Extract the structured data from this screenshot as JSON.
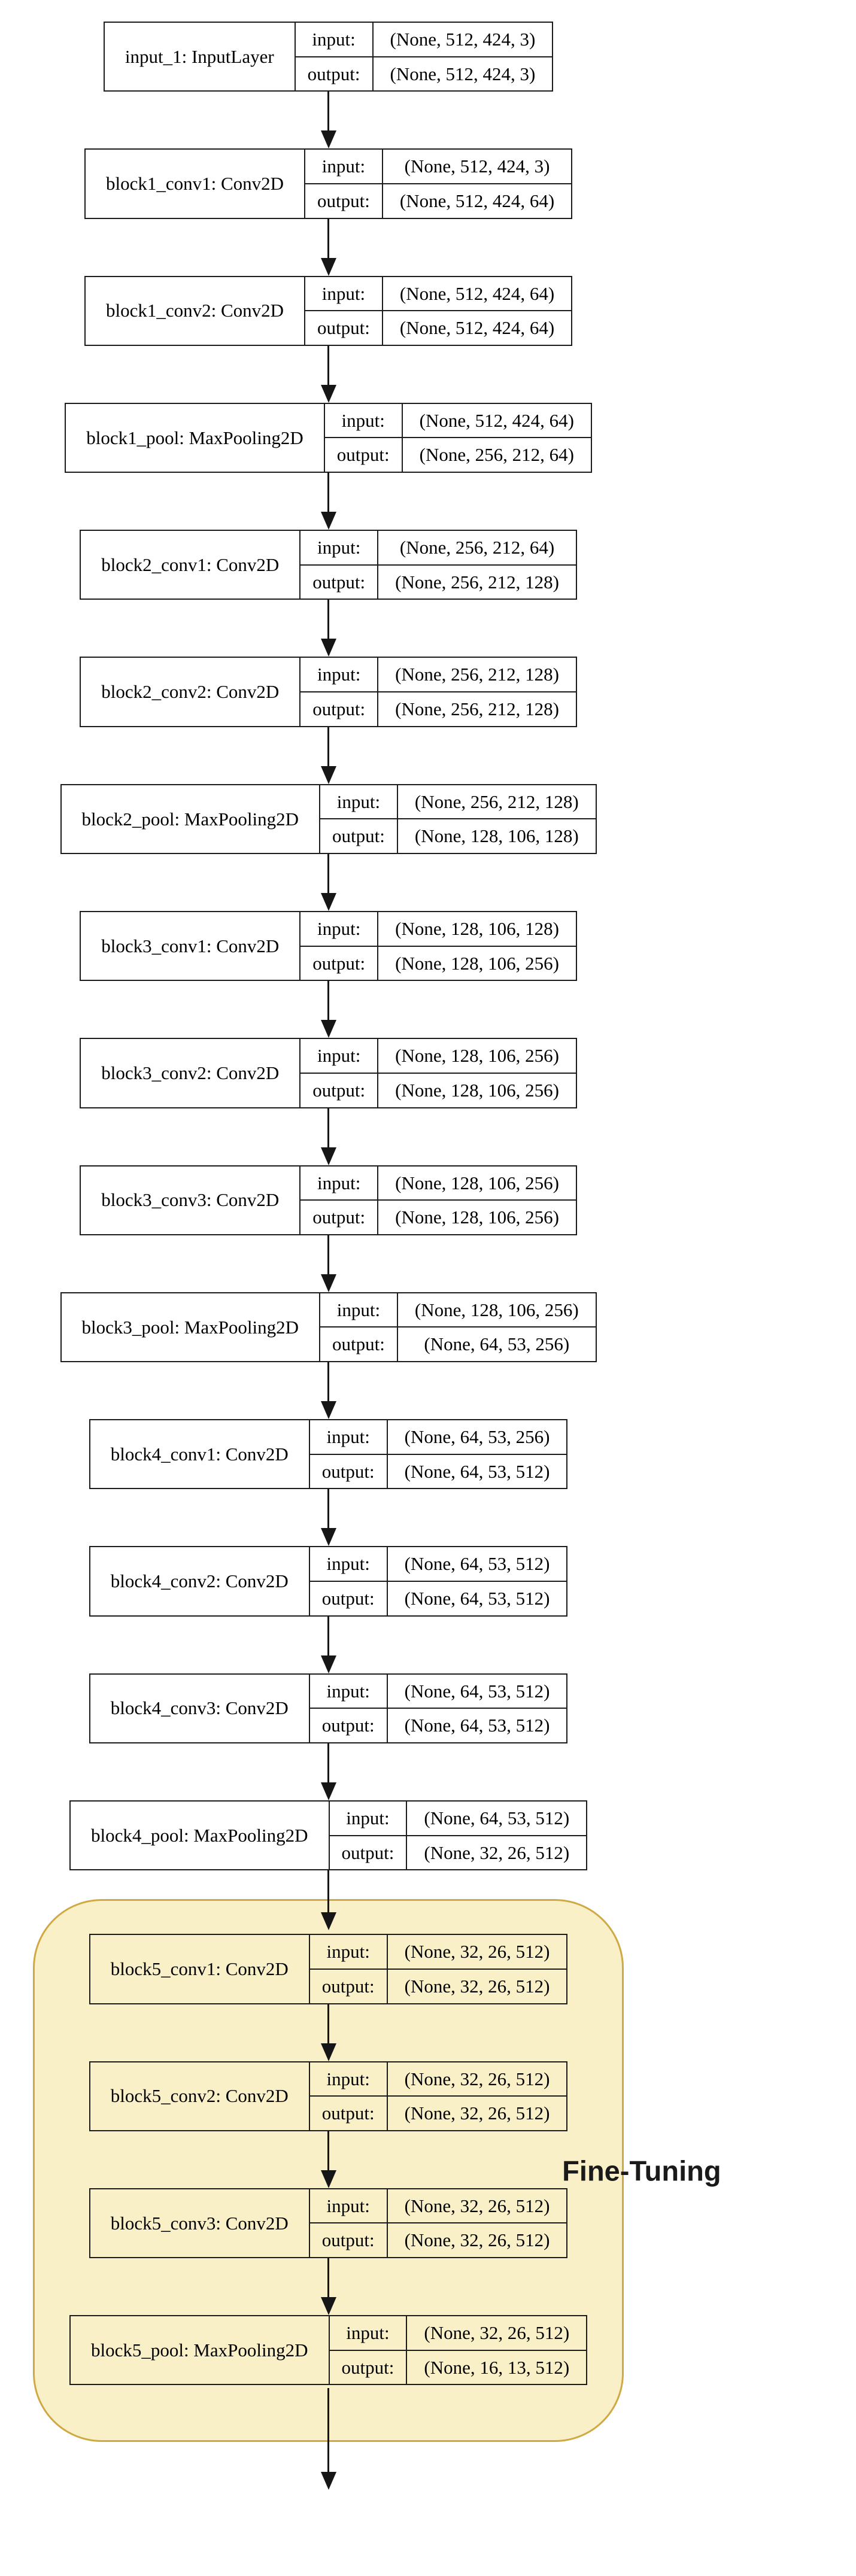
{
  "diagram": {
    "fine_tuning_label": "Fine-Tuning",
    "field_labels": {
      "input": "input:",
      "output": "output:"
    },
    "colors": {
      "node_border": "#1c1c1c",
      "edge": "#161616",
      "text": "#000000",
      "fine_tuning_fill": "#FAF0C8",
      "fine_tuning_border": "#CFA943"
    },
    "nodes": [
      {
        "id": "input_1",
        "label": "input_1: InputLayer",
        "input": "(None, 512, 424, 3)",
        "output": "(None, 512, 424, 3)",
        "group": null
      },
      {
        "id": "block1_conv1",
        "label": "block1_conv1: Conv2D",
        "input": "(None, 512, 424, 3)",
        "output": "(None, 512, 424, 64)",
        "group": null
      },
      {
        "id": "block1_conv2",
        "label": "block1_conv2: Conv2D",
        "input": "(None, 512, 424, 64)",
        "output": "(None, 512, 424, 64)",
        "group": null
      },
      {
        "id": "block1_pool",
        "label": "block1_pool: MaxPooling2D",
        "input": "(None, 512, 424, 64)",
        "output": "(None, 256, 212, 64)",
        "group": null
      },
      {
        "id": "block2_conv1",
        "label": "block2_conv1: Conv2D",
        "input": "(None, 256, 212, 64)",
        "output": "(None, 256, 212, 128)",
        "group": null
      },
      {
        "id": "block2_conv2",
        "label": "block2_conv2: Conv2D",
        "input": "(None, 256, 212, 128)",
        "output": "(None, 256, 212, 128)",
        "group": null
      },
      {
        "id": "block2_pool",
        "label": "block2_pool: MaxPooling2D",
        "input": "(None, 256, 212, 128)",
        "output": "(None, 128, 106, 128)",
        "group": null
      },
      {
        "id": "block3_conv1",
        "label": "block3_conv1: Conv2D",
        "input": "(None, 128, 106, 128)",
        "output": "(None, 128, 106, 256)",
        "group": null
      },
      {
        "id": "block3_conv2",
        "label": "block3_conv2: Conv2D",
        "input": "(None, 128, 106, 256)",
        "output": "(None, 128, 106, 256)",
        "group": null
      },
      {
        "id": "block3_conv3",
        "label": "block3_conv3: Conv2D",
        "input": "(None, 128, 106, 256)",
        "output": "(None, 128, 106, 256)",
        "group": null
      },
      {
        "id": "block3_pool",
        "label": "block3_pool: MaxPooling2D",
        "input": "(None, 128, 106, 256)",
        "output": "(None, 64, 53, 256)",
        "group": null
      },
      {
        "id": "block4_conv1",
        "label": "block4_conv1: Conv2D",
        "input": "(None, 64, 53, 256)",
        "output": "(None, 64, 53, 512)",
        "group": null
      },
      {
        "id": "block4_conv2",
        "label": "block4_conv2: Conv2D",
        "input": "(None, 64, 53, 512)",
        "output": "(None, 64, 53, 512)",
        "group": null
      },
      {
        "id": "block4_conv3",
        "label": "block4_conv3: Conv2D",
        "input": "(None, 64, 53, 512)",
        "output": "(None, 64, 53, 512)",
        "group": null
      },
      {
        "id": "block4_pool",
        "label": "block4_pool: MaxPooling2D",
        "input": "(None, 64, 53, 512)",
        "output": "(None, 32, 26, 512)",
        "group": null
      },
      {
        "id": "block5_conv1",
        "label": "block5_conv1: Conv2D",
        "input": "(None, 32, 26, 512)",
        "output": "(None, 32, 26, 512)",
        "group": "fine_tuning"
      },
      {
        "id": "block5_conv2",
        "label": "block5_conv2: Conv2D",
        "input": "(None, 32, 26, 512)",
        "output": "(None, 32, 26, 512)",
        "group": "fine_tuning"
      },
      {
        "id": "block5_conv3",
        "label": "block5_conv3: Conv2D",
        "input": "(None, 32, 26, 512)",
        "output": "(None, 32, 26, 512)",
        "group": "fine_tuning"
      },
      {
        "id": "block5_pool",
        "label": "block5_pool: MaxPooling2D",
        "input": "(None, 32, 26, 512)",
        "output": "(None, 16, 13, 512)",
        "group": "fine_tuning"
      }
    ]
  }
}
